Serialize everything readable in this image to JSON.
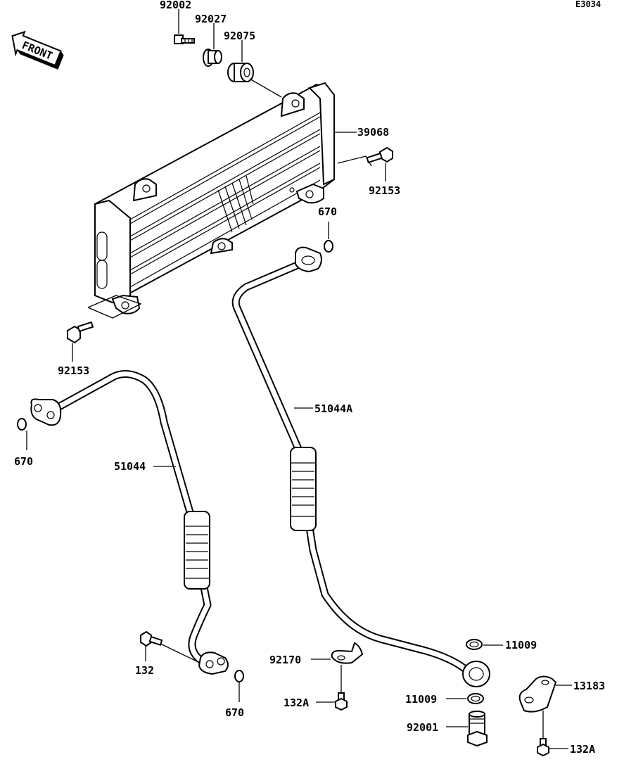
{
  "diagram_code": "E3034",
  "front_label": "FRONT",
  "parts": [
    {
      "id": "p92002",
      "number": "92002"
    },
    {
      "id": "p92027",
      "number": "92027"
    },
    {
      "id": "p92075",
      "number": "92075"
    },
    {
      "id": "p39068",
      "number": "39068"
    },
    {
      "id": "p92153a",
      "number": "92153"
    },
    {
      "id": "p670a",
      "number": "670"
    },
    {
      "id": "p92153b",
      "number": "92153"
    },
    {
      "id": "p670b",
      "number": "670"
    },
    {
      "id": "p51044A",
      "number": "51044A"
    },
    {
      "id": "p51044",
      "number": "51044"
    },
    {
      "id": "p11009a",
      "number": "11009"
    },
    {
      "id": "p92170",
      "number": "92170"
    },
    {
      "id": "p132",
      "number": "132"
    },
    {
      "id": "p13183",
      "number": "13183"
    },
    {
      "id": "p11009b",
      "number": "11009"
    },
    {
      "id": "p132Aa",
      "number": "132A"
    },
    {
      "id": "p670c",
      "number": "670"
    },
    {
      "id": "p92001",
      "number": "92001"
    },
    {
      "id": "p132Ab",
      "number": "132A"
    }
  ]
}
